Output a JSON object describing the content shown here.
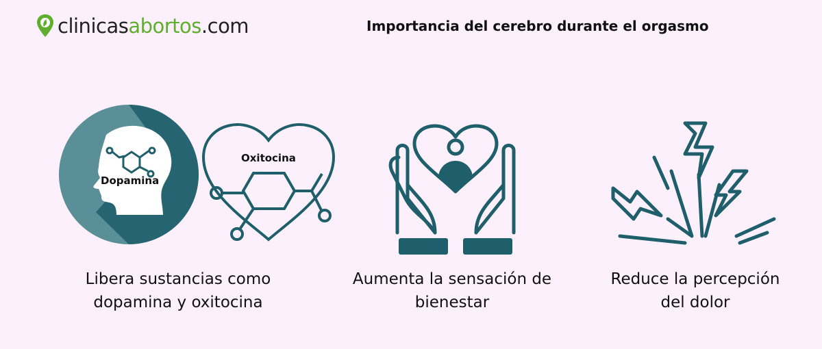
{
  "logo": {
    "part1": "clinicas",
    "part2": "abortos",
    "part3": ".com"
  },
  "title": "Importancia del cerebro durante el orgasmo",
  "items": [
    {
      "labels": {
        "head": "Dopamina",
        "heart": "Oxitocina"
      },
      "caption_line1": "Libera sustancias como",
      "caption_line2": "dopamina y oxitocina",
      "icon": "brain-heart-molecule-icon"
    },
    {
      "caption_line1": "Aumenta la sensación de",
      "caption_line2": "bienestar",
      "icon": "hands-heart-person-icon"
    },
    {
      "caption_line1": "Reduce la percepción",
      "caption_line2": "del dolor",
      "icon": "lightning-burst-icon"
    }
  ],
  "colors": {
    "teal": "#1f5f6b",
    "teal_light": "#5a8f97",
    "green": "#5fae2e",
    "background": "#fbf0fb"
  }
}
